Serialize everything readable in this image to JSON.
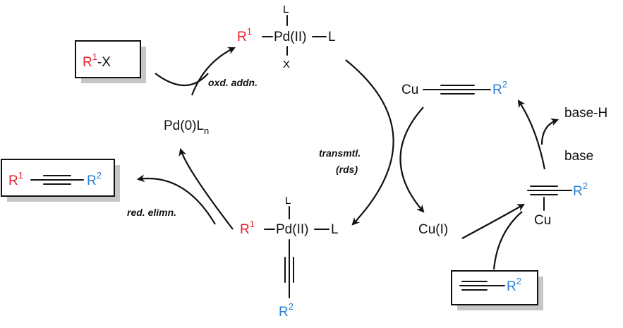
{
  "colors": {
    "r1": "#e8202a",
    "r2": "#2a7fd6",
    "text": "#111111",
    "shadow": "#c6c6c6"
  },
  "labels": {
    "r1": "R",
    "one": "1",
    "r2": "R",
    "two": "2",
    "x_sub": "-X",
    "pd_ii": "Pd(II)",
    "l": "L",
    "x": "X",
    "pd0": "Pd(0)L",
    "n": "n",
    "cu": "Cu",
    "cu_i": "Cu(I)",
    "base": "base",
    "base_h": "base-H"
  },
  "steps": {
    "oxd_addn": "oxd. addn.",
    "transmetalation": "transmtl.",
    "rds": "(rds)",
    "red_elimn": "red. elimn."
  }
}
